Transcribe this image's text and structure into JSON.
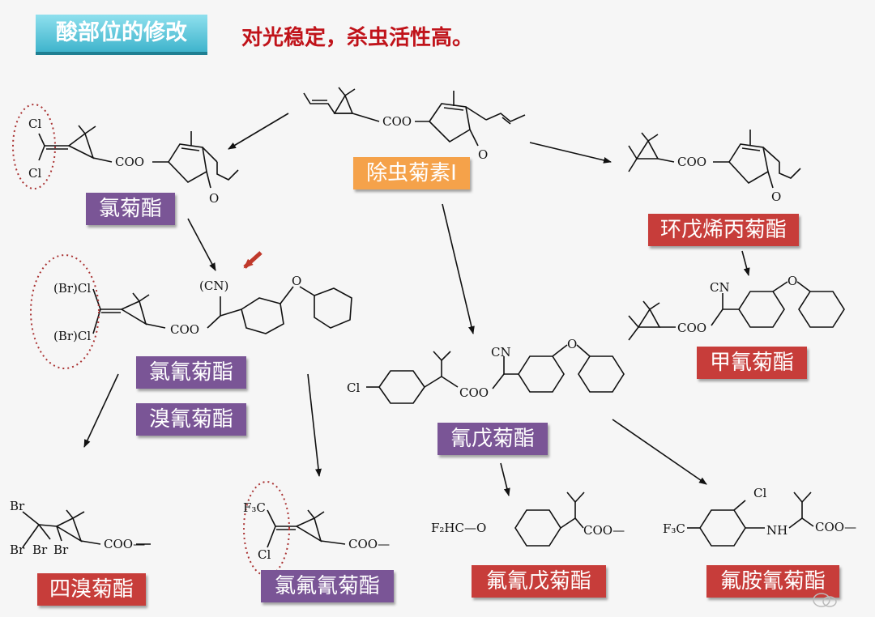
{
  "header": {
    "title": "酸部位的修改",
    "subtitle": "对光稳定，杀虫活性高。"
  },
  "compounds": {
    "pyrethrin": "除虫菊素I",
    "chloro_ester": "氯菊酯",
    "cypermethrin": "氯氰菊酯",
    "deltamethrin": "溴氰菊酯",
    "tetrabromo": "四溴菊酯",
    "cyhalothrin": "氯氟氰菊酯",
    "fenvalerate": "氰戊菊酯",
    "flucythrinate": "氟氰戊菊酯",
    "fluvalinate": "氟胺氰菊酯",
    "allethrin": "环戊烯丙菊酯",
    "fenpropathrin": "甲氰菊酯"
  },
  "structure_text": {
    "coo": "COO",
    "coo_dash": "COO—",
    "cl": "Cl",
    "br_cl": "(Br)Cl",
    "cn_paren": "(CN)",
    "cn": "CN",
    "o": "O",
    "br": "Br",
    "f3c": "F₃C",
    "f2hc": "F₂HC—O",
    "nh": "NH"
  },
  "colors": {
    "title_bg": "#3fb4cc",
    "subtitle": "#c0131a",
    "label_purple": "#7a5596",
    "label_red": "#c73d3a",
    "label_orange": "#f5a24a",
    "highlight_arrow": "#c0392b"
  }
}
